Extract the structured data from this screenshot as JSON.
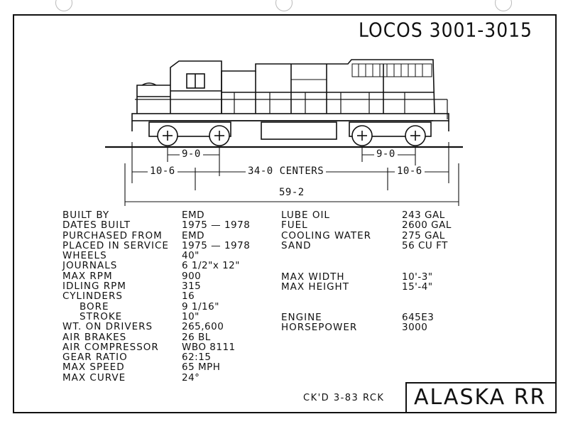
{
  "title": "LOCOS 3001-3015",
  "dimensions": {
    "truck_wheelbase_left": "9-0",
    "truck_wheelbase_right": "9-0",
    "overhang_left": "10-6",
    "centers": "34-0 CENTERS",
    "overhang_right": "10-6",
    "overall_length": "59-2"
  },
  "specs_left": [
    {
      "label": "BUILT BY",
      "value": "EMD"
    },
    {
      "label": "DATES BUILT",
      "value": "1975 — 1978"
    },
    {
      "label": "PURCHASED FROM",
      "value": "EMD"
    },
    {
      "label": "PLACED IN SERVICE",
      "value": "1975 — 1978"
    },
    {
      "label": "WHEELS",
      "value": "40\""
    },
    {
      "label": "JOURNALS",
      "value": "6 1/2\"x 12\""
    },
    {
      "label": "MAX RPM",
      "value": "900"
    },
    {
      "label": "IDLING RPM",
      "value": "315"
    },
    {
      "label": "CYLINDERS",
      "value": "16"
    },
    {
      "label": "BORE",
      "value": "9 1/16\""
    },
    {
      "label": "STROKE",
      "value": "10\""
    },
    {
      "label": "WT. ON DRIVERS",
      "value": "265,600"
    },
    {
      "label": "AIR BRAKES",
      "value": "26 BL"
    },
    {
      "label": "AIR COMPRESSOR",
      "value": "WBO 8111"
    },
    {
      "label": "GEAR RATIO",
      "value": "62:15"
    },
    {
      "label": "MAX SPEED",
      "value": "65 MPH"
    },
    {
      "label": "MAX CURVE",
      "value": "24°"
    }
  ],
  "specs_right_top": [
    {
      "label": "LUBE OIL",
      "value": "243 GAL"
    },
    {
      "label": "FUEL",
      "value": "2600 GAL"
    },
    {
      "label": "COOLING WATER",
      "value": "275 GAL"
    },
    {
      "label": "SAND",
      "value": "56 CU FT"
    }
  ],
  "specs_right_mid": [
    {
      "label": "MAX WIDTH",
      "value": "10'-3\""
    },
    {
      "label": "MAX HEIGHT",
      "value": "15'-4\""
    }
  ],
  "specs_right_bottom": [
    {
      "label": "ENGINE",
      "value": "645E3"
    },
    {
      "label": "HORSEPOWER",
      "value": "3000"
    }
  ],
  "checked_note": "CK'D 3-83 RCK",
  "railroad": "ALASKA RR"
}
